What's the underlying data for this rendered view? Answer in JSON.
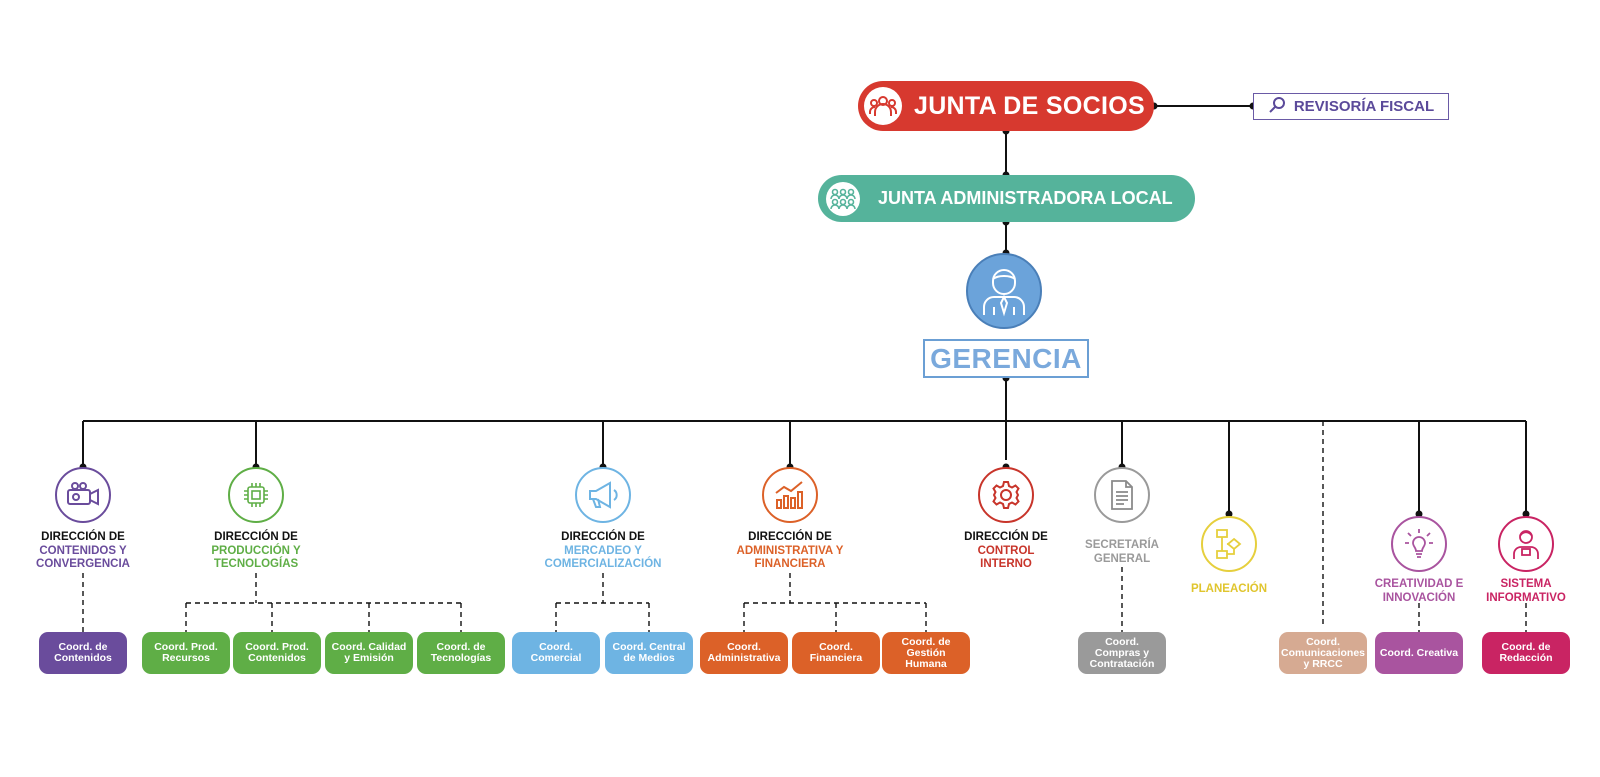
{
  "colors": {
    "junta": "#d7392f",
    "jal": "#55b39b",
    "gerencia": "#6ba3da",
    "revisoria": "#5b4a9a",
    "contenidos": "#6a4c9c",
    "produccion": "#5fae46",
    "mercadeo": "#6eb4e3",
    "administrativa": "#dc6128",
    "control": "#c8352b",
    "secretaria": "#9a9a9a",
    "planeacion": "#e6cf3d",
    "comunicaciones": "#d6aa92",
    "creatividad": "#a9549f",
    "sistema": "#c92463"
  },
  "junta_socios": {
    "label": "JUNTA DE SOCIOS",
    "icon": "group-people-icon"
  },
  "revisoria_fiscal": {
    "label": "REVISORÍA FISCAL",
    "icon": "magnifier-icon"
  },
  "junta_admin": {
    "label": "JUNTA ADMINISTRADORA LOCAL",
    "icon": "assembly-people-icon"
  },
  "gerencia": {
    "label": "GERENCIA",
    "icon": "manager-person-icon"
  },
  "direcciones": {
    "contenidos": {
      "l1": "DIRECCIÓN DE",
      "l2": "CONTENIDOS Y",
      "l3": "CONVERGENCIA",
      "icon": "video-camera-icon"
    },
    "produccion": {
      "l1": "DIRECCIÓN DE",
      "l2": "PRODUCCIÓN Y",
      "l3": "TECNOLOGÍAS",
      "icon": "chip-icon"
    },
    "mercadeo": {
      "l1": "DIRECCIÓN DE",
      "l2": "MERCADEO Y",
      "l3": "COMERCIALIZACIÓN",
      "icon": "megaphone-icon"
    },
    "administrativa": {
      "l1": "DIRECCIÓN DE",
      "l2": "ADMINISTRATIVA Y",
      "l3": "FINANCIERA",
      "icon": "bar-chart-icon"
    },
    "control": {
      "l1": "DIRECCIÓN DE",
      "l2": "CONTROL",
      "l3": "INTERNO",
      "icon": "gear-icon"
    },
    "secretaria": {
      "l1": "SECRETARÍA",
      "l2": "GENERAL",
      "icon": "document-icon"
    },
    "planeacion": {
      "l1": "PLANEACIÓN",
      "icon": "flowchart-icon"
    },
    "creatividad": {
      "l1": "CREATIVIDAD E",
      "l2": "INNOVACIÓN",
      "icon": "lightbulb-icon"
    },
    "sistema": {
      "l1": "SISTEMA",
      "l2": "INFORMATIVO",
      "icon": "reporter-icon"
    }
  },
  "coords": {
    "contenidos": "Coord. de Contenidos",
    "prod_recursos": "Coord. Prod. Recursos",
    "prod_contenidos": "Coord. Prod. Contenidos",
    "calidad": "Coord. Calidad y Emisión",
    "tecnologias": "Coord. de Tecnologías",
    "comercial": "Coord. Comercial",
    "central_medios": "Coord. Central de Medios",
    "administrativa": "Coord. Administrativa",
    "financiera": "Coord. Financiera",
    "gestion_humana": "Coord. de Gestión Humana",
    "compras": "Coord. Compras y Contratación",
    "comunicaciones": "Coord. Comunicaciones y RRCC",
    "creativa": "Coord. Creativa",
    "redaccion": "Coord. de Redacción"
  }
}
